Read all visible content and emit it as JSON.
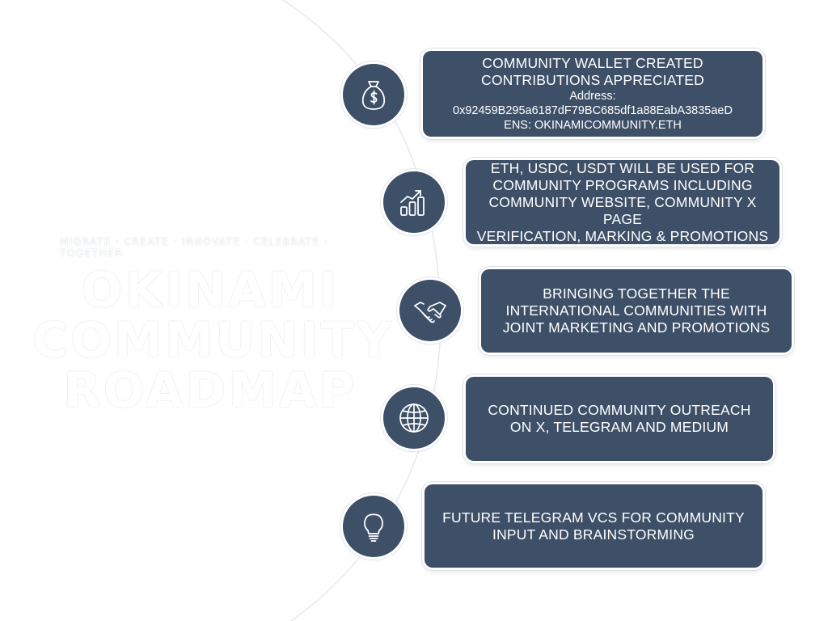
{
  "hero": {
    "subtitle": "MIGRATE · CREATE · INNOVATE · CELEBRATE · TOGETHER",
    "title_lines": [
      "OKINAMI",
      "COMMUNITY",
      "ROADMAP"
    ]
  },
  "items": [
    {
      "icon": "money-bag-icon",
      "lines": [
        "COMMUNITY WALLET CREATED",
        "CONTRIBUTIONS APPRECIATED"
      ],
      "small_lines": [
        "Address:",
        "0x92459B295a6187dF79BC685df1a88EabA3835aeD",
        "ENS: OKINAMICOMMUNITY.ETH"
      ]
    },
    {
      "icon": "growth-chart-icon",
      "lines": [
        "ETH, USDC, USDT WILL BE USED FOR",
        "COMMUNITY PROGRAMS INCLUDING",
        "COMMUNITY WEBSITE, COMMUNITY X PAGE",
        "VERIFICATION, MARKING & PROMOTIONS"
      ]
    },
    {
      "icon": "handshake-icon",
      "lines": [
        "BRINGING TOGETHER THE",
        "INTERNATIONAL COMMUNITIES WITH",
        "JOINT MARKETING AND PROMOTIONS"
      ]
    },
    {
      "icon": "globe-icon",
      "lines": [
        "CONTINUED COMMUNITY OUTREACH",
        "ON X, TELEGRAM AND MEDIUM"
      ]
    },
    {
      "icon": "lightbulb-icon",
      "lines": [
        "FUTURE TELEGRAM VCS FOR COMMUNITY",
        "INPUT AND BRAINSTORMING"
      ]
    }
  ],
  "colors": {
    "card_bg": "#3e5068",
    "text": "#ffffff",
    "arc": "#e3e6ea"
  }
}
